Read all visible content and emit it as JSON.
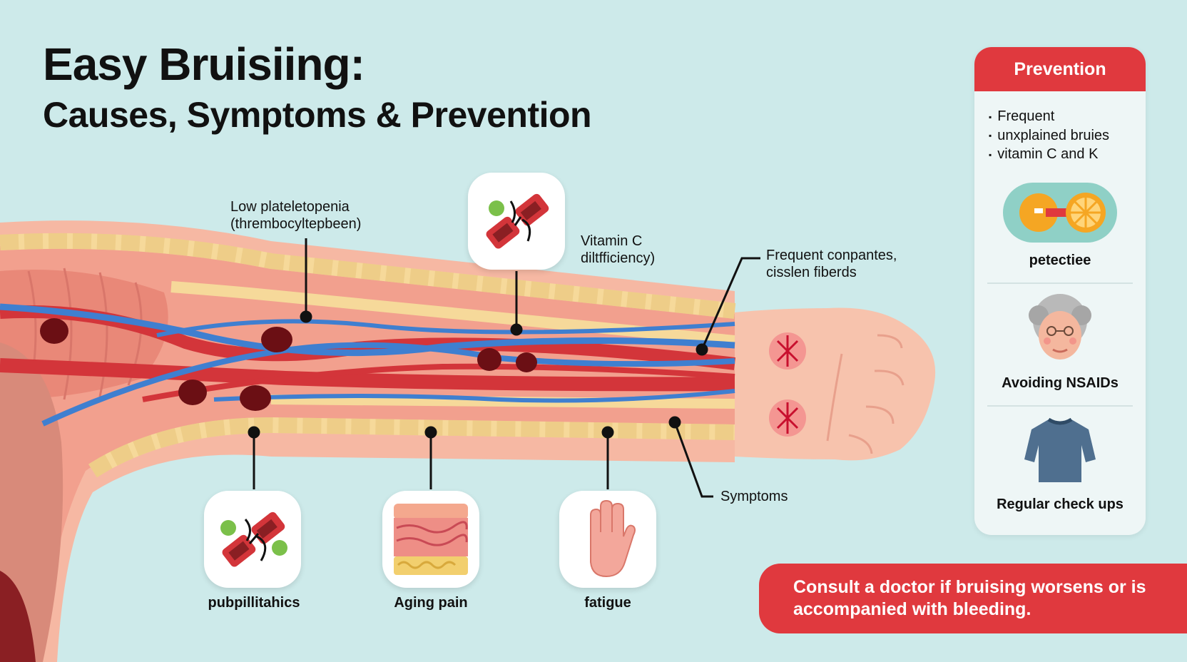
{
  "title": {
    "line1": "Easy Bruisiing:",
    "line2": "Causes, Symptoms & Prevention"
  },
  "labels": {
    "platelet_line1": "Low plateletopenia",
    "platelet_line2": "(thrembocyltepbeen)",
    "vitc_line1": "Vitamin C",
    "vitc_line2": "diltfficiency)",
    "frequent_line1": "Frequent conpantes,",
    "frequent_line2": "cisslen fiberds",
    "symptoms": "Symptoms"
  },
  "bottom_icons": [
    {
      "label": "pubpillitahics",
      "icon": "broken-vessel-icon"
    },
    {
      "label": "Aging pain",
      "icon": "skin-layers-icon"
    },
    {
      "label": "fatigue",
      "icon": "hand-icon"
    }
  ],
  "top_icon": {
    "icon": "broken-vessel-icon"
  },
  "prevention": {
    "header": "Prevention",
    "bullets": [
      "Frequent",
      "unxplained bruies",
      "vitamin C and K"
    ],
    "items": [
      {
        "label": "petectiee",
        "icon": "pill-citrus-icon"
      },
      {
        "label": "Avoiding NSAIDs",
        "icon": "elderly-face-icon"
      },
      {
        "label": "Regular check ups",
        "icon": "sweater-icon"
      }
    ]
  },
  "banner": {
    "line1": "Consult a doctor if bruising worsens or is",
    "line2": "accompanied with bleeding."
  },
  "colors": {
    "background": "#cdeaea",
    "accent_red": "#e0393e",
    "vein_blue": "#3f7fd0",
    "artery_red": "#d3353a",
    "skin": "#f7b9a4",
    "bruise": "#6b0f14"
  }
}
